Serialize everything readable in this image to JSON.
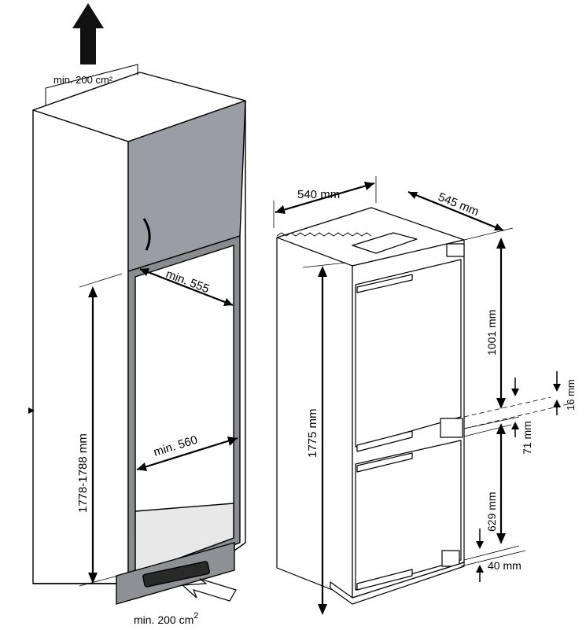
{
  "labels": {
    "vent_top": "min. 200 cm²",
    "vent_bottom": "min. 200 cm",
    "vent_bottom_sup": "2",
    "niche_depth": "min. 555",
    "niche_width": "min. 560",
    "niche_height": "1778-1788 mm",
    "appliance_width": "540 mm",
    "appliance_depth": "545 mm",
    "appliance_height": "1775 mm",
    "upper_door_height": "1001 mm",
    "door_gap": "16 mm",
    "middle_gap": "71 mm",
    "lower_door_height": "629 mm",
    "bottom_gap": "40 mm"
  },
  "colors": {
    "line": "#000000",
    "cabinet_fill": "#ffffff",
    "upper_door_fill": "#9a9da3",
    "frame_fill": "#8a8c90",
    "plinth_fill": "#8e9094",
    "shelf_fill": "#e8e8e8"
  }
}
